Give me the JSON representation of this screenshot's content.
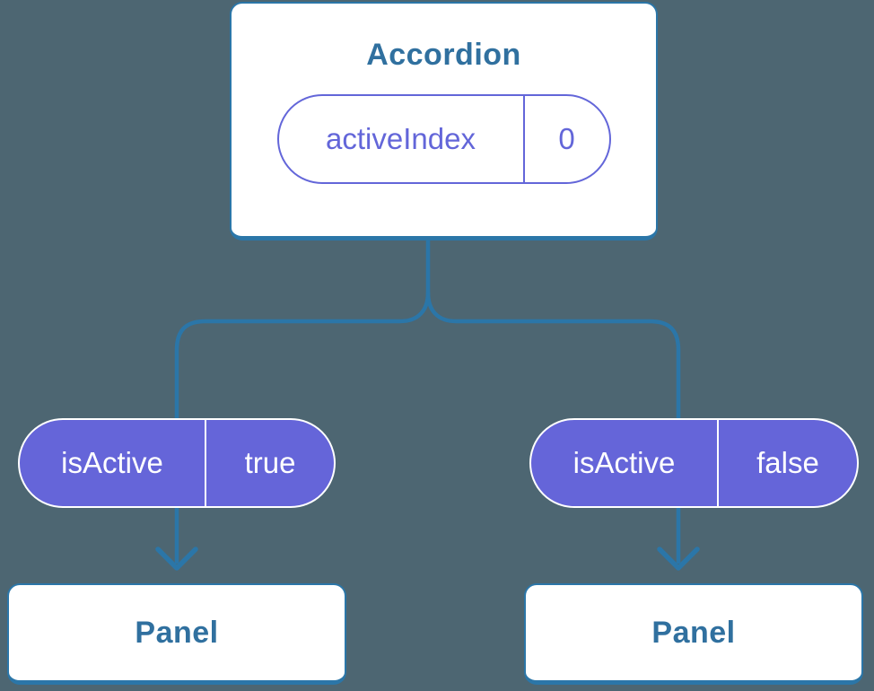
{
  "colors": {
    "background": "#4d6672",
    "connector_line": "#2b76a8",
    "state_pill_accent": "#6366d9",
    "prop_pill_fill": "#6565d9",
    "node_title_text": "#30709f",
    "node_fill": "#ffffff"
  },
  "diagram": {
    "root": {
      "title": "Accordion",
      "state": {
        "name": "activeIndex",
        "value": "0"
      }
    },
    "branches": [
      {
        "prop": {
          "name": "isActive",
          "value": "true"
        },
        "child": {
          "title": "Panel"
        }
      },
      {
        "prop": {
          "name": "isActive",
          "value": "false"
        },
        "child": {
          "title": "Panel"
        }
      }
    ]
  }
}
